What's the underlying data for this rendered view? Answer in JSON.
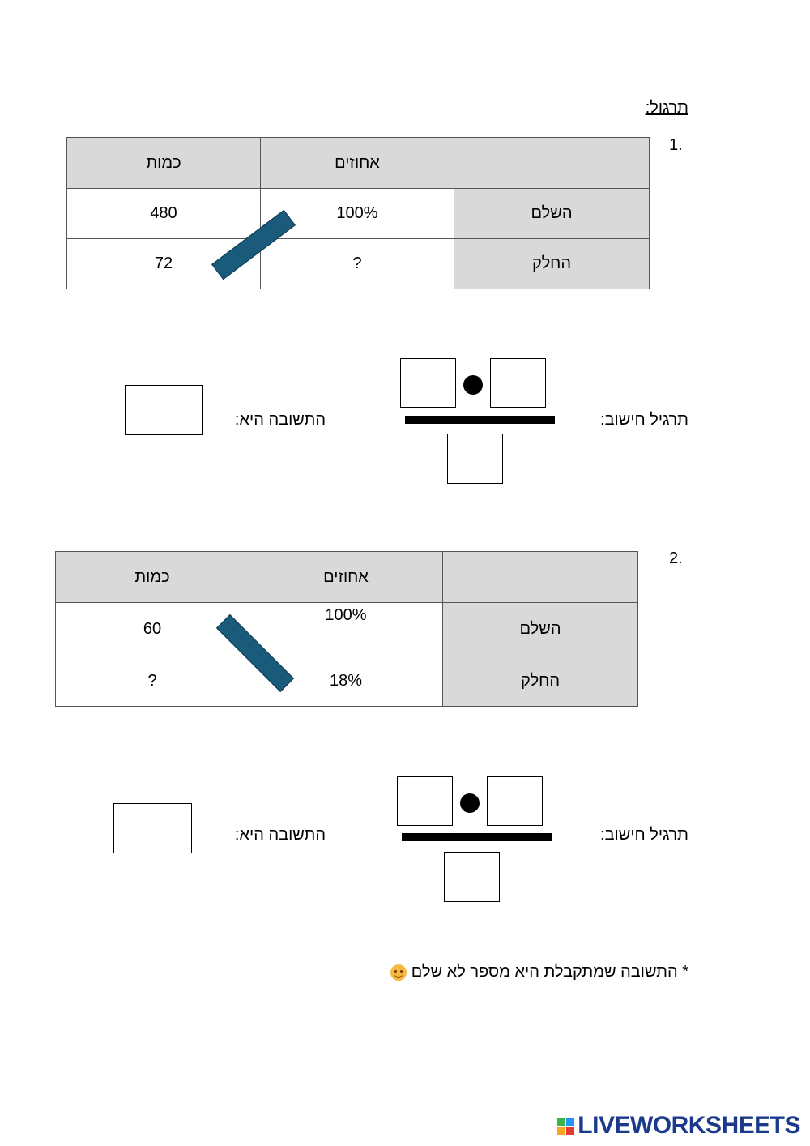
{
  "heading": "תרגול:",
  "exercises": [
    {
      "number": "1.",
      "table": {
        "headers": [
          "",
          "אחוזים",
          "כמות"
        ],
        "rows": [
          {
            "label": "השלם",
            "percent": "100%",
            "amount": "480"
          },
          {
            "label": "החלק",
            "percent": "?",
            "amount": "72"
          }
        ]
      },
      "calc_label": "תרגיל חישוב:",
      "answer_label": "התשובה היא:"
    },
    {
      "number": "2.",
      "table": {
        "headers": [
          "",
          "אחוזים",
          "כמות"
        ],
        "rows": [
          {
            "label": "השלם",
            "percent": "100%",
            "amount": "60"
          },
          {
            "label": "החלק",
            "percent": "18%",
            "amount": "?"
          }
        ]
      },
      "calc_label": "תרגיל חישוב:",
      "answer_label": "התשובה היא:"
    }
  ],
  "note": "* התשובה שמתקבלת היא מספר לא שלם",
  "note_emoji": "smiley-face-icon",
  "logo": {
    "text": "LIVEWORKSHEETS",
    "color": "#1b3a8c",
    "slash_color": "#1a5a7a",
    "header_fill": "#d9d9d9"
  }
}
